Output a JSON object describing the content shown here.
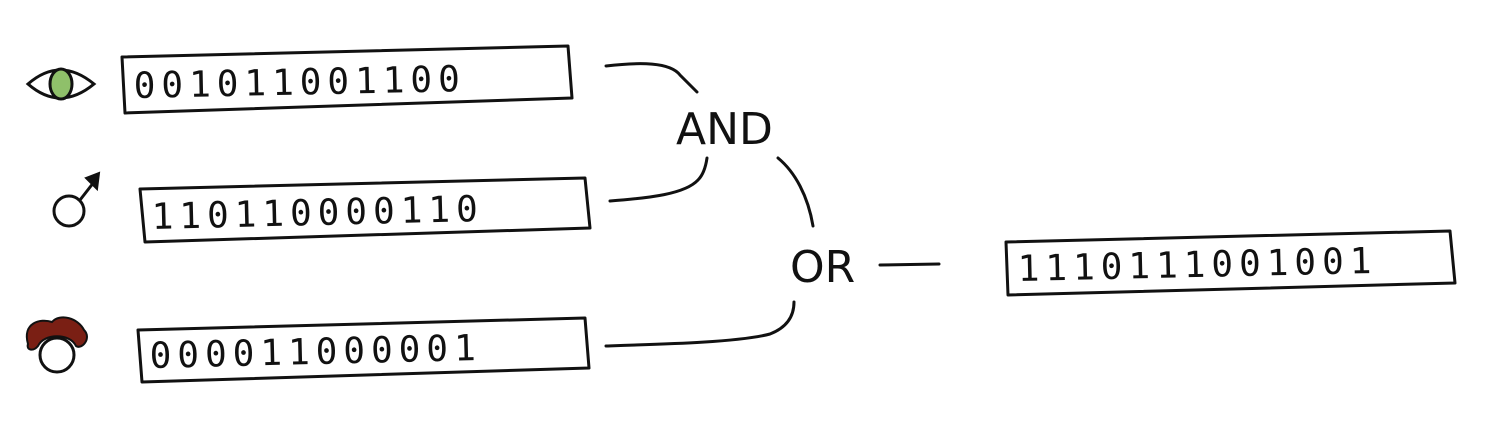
{
  "inputs": [
    {
      "icon": "eye-icon",
      "bits": "001011001100"
    },
    {
      "icon": "male-symbol-icon",
      "bits": "110110000110"
    },
    {
      "icon": "red-hair-head-icon",
      "bits": "000011000001"
    }
  ],
  "operators": {
    "and_label": "AND",
    "or_label": "OR"
  },
  "result": {
    "bits": "1110111001001"
  },
  "colors": {
    "eye_iris": "#8fc06a",
    "hair": "#7a1f14",
    "ink": "#111111"
  }
}
